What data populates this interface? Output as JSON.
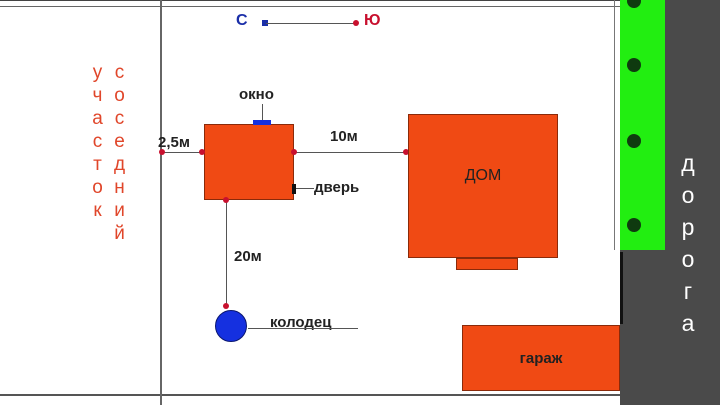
{
  "compass": {
    "north": "С",
    "south": "Ю",
    "north_color": "#1a2ea8",
    "south_color": "#c8102e"
  },
  "neighbor_plot": "соседний участок",
  "road": "дорога",
  "structure": {
    "window_label": "окно",
    "door_label": "дверь",
    "dist_left": "2,5м",
    "dist_house": "10м",
    "dist_well": "20м"
  },
  "house": "ДОМ",
  "garage": "гараж",
  "well": "колодец",
  "colors": {
    "building": "#f04a14",
    "hedge": "#22ee11",
    "road": "#4a4a4a",
    "well": "#1530e0"
  }
}
